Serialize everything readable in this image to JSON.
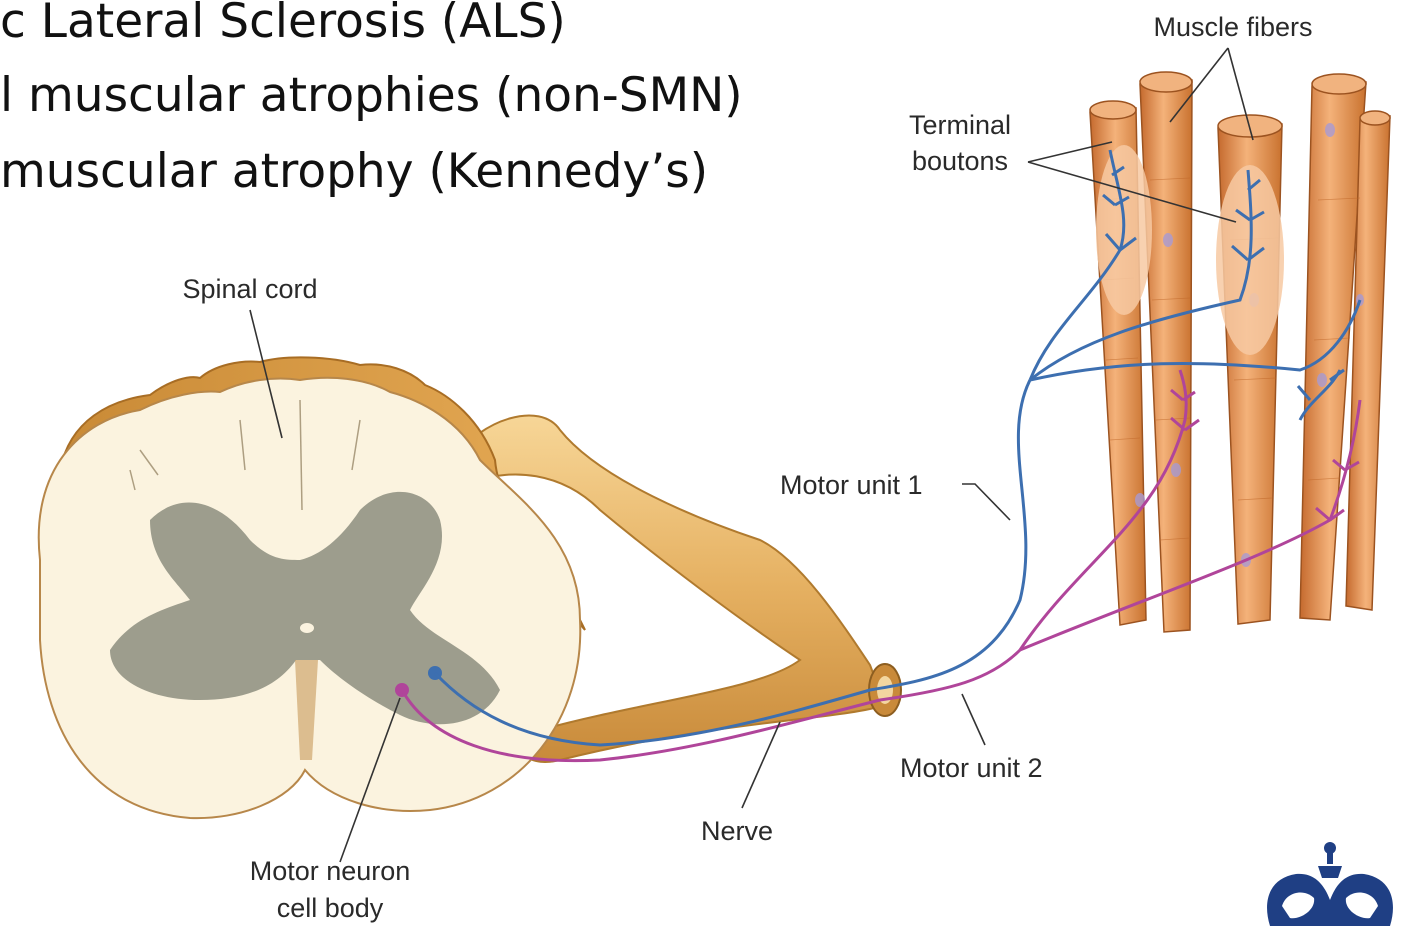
{
  "bullets": [
    "c Lateral Sclerosis (ALS)",
    "l muscular atrophies (non-SMN)",
    " muscular atrophy (Kennedy’s)"
  ],
  "labels": {
    "muscle_fibers": "Muscle fibers",
    "terminal_line1": "Terminal",
    "terminal_line2": "boutons",
    "spinal_cord": "Spinal cord",
    "motor_unit_1": "Motor unit 1",
    "motor_unit_2": "Motor unit 2",
    "nerve": "Nerve",
    "motor_neuron_line1": "Motor neuron",
    "motor_neuron_line2": "cell body"
  },
  "colors": {
    "motor_unit_1": "#3d6fb0",
    "motor_unit_2": "#b0459a",
    "gray_matter": "#9d9d8d",
    "white_matter": "#fbf3df",
    "nerve": "#e9b96a",
    "muscle": "#e89a5c",
    "logo": "#1f3f84"
  },
  "logo": {
    "icon": "university-crown-logo"
  }
}
